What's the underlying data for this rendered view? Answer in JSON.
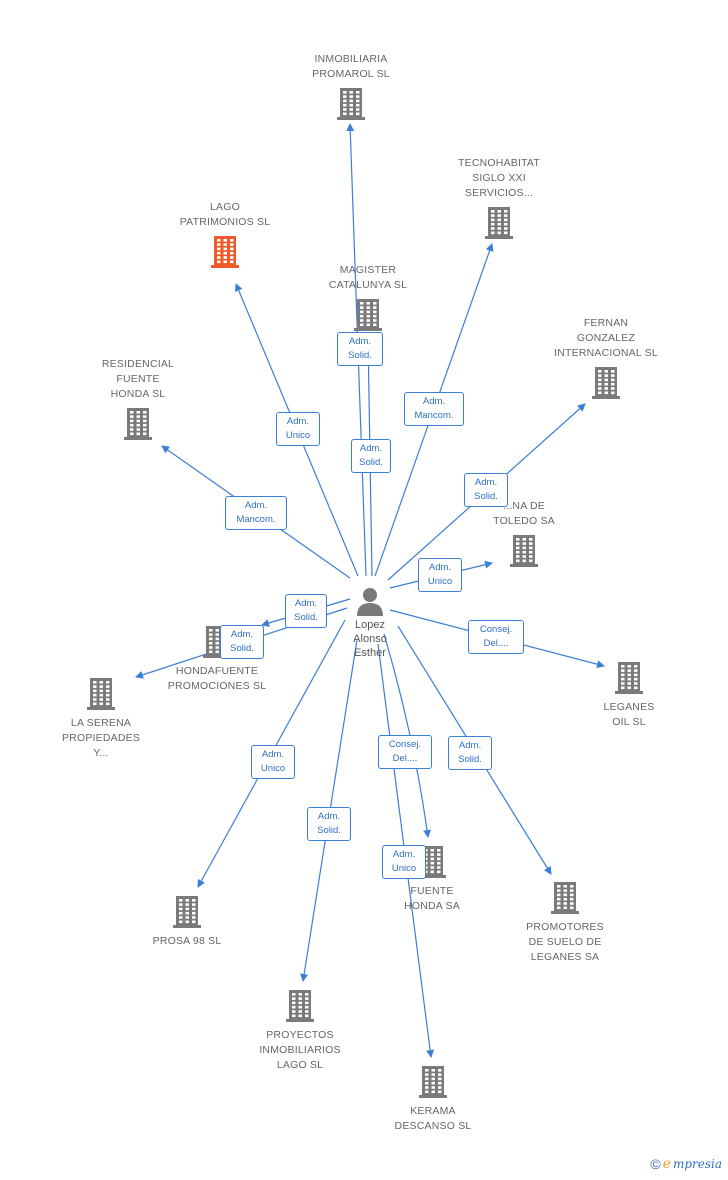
{
  "center": {
    "name": "Lopez\nAlonso\nEsther"
  },
  "companies": [
    {
      "id": "promarol",
      "name": "INMOBILIARIA\nPROMAROL SL",
      "highlight": false
    },
    {
      "id": "tecno",
      "name": "TECNOHABITAT\nSIGLO XXI\nSERVICIOS...",
      "highlight": false
    },
    {
      "id": "lago",
      "name": "LAGO\nPATRIMONIOS SL",
      "highlight": true
    },
    {
      "id": "magister",
      "name": "MAGISTER\nCATALUNYA SL",
      "highlight": false
    },
    {
      "id": "fernan",
      "name": "FERNAN\nGONZALEZ\nINTERNACIONAL SL",
      "highlight": false
    },
    {
      "id": "residencial",
      "name": "RESIDENCIAL\nFUENTE\nHONDA SL",
      "highlight": false
    },
    {
      "id": "toledo",
      "name": "...NA DE\nTOLEDO SA",
      "highlight": false
    },
    {
      "id": "hondafuente",
      "name": "HONDAFUENTE\nPROMOCIONES SL",
      "highlight": false
    },
    {
      "id": "serena",
      "name": "LA SERENA\nPROPIEDADES\nY...",
      "highlight": false
    },
    {
      "id": "leganesoil",
      "name": "LEGANES\nOIL SL",
      "highlight": false
    },
    {
      "id": "fuentehonda",
      "name": "FUENTE\nHONDA SA",
      "highlight": false
    },
    {
      "id": "prosa",
      "name": "PROSA 98 SL",
      "highlight": false
    },
    {
      "id": "promotores",
      "name": "PROMOTORES\nDE SUELO DE\nLEGANES SA",
      "highlight": false
    },
    {
      "id": "proyectos",
      "name": "PROYECTOS\nINMOBILIARIOS\nLAGO SL",
      "highlight": false
    },
    {
      "id": "kerama",
      "name": "KERAMA\nDESCANSO SL",
      "highlight": false
    }
  ],
  "roles": [
    {
      "to": "promarol",
      "label": "Adm.\nSolid."
    },
    {
      "to": "magister",
      "label": "Adm.\nSolid."
    },
    {
      "to": "tecno",
      "label": "Adm.\nMancom."
    },
    {
      "to": "lago",
      "label": "Adm.\nUnico"
    },
    {
      "to": "fernan",
      "label": "Adm.\nSolid."
    },
    {
      "to": "residencial",
      "label": "Adm.\nMancom."
    },
    {
      "to": "toledo",
      "label": "Adm.\nUnico"
    },
    {
      "to": "hondafuente",
      "label": "Adm.\nSolid."
    },
    {
      "to": "serena",
      "label": "Adm.\nSolid."
    },
    {
      "to": "leganesoil",
      "label": "Consej.\nDel...."
    },
    {
      "to": "prosa",
      "label": "Adm.\nUnico"
    },
    {
      "to": "fuentehonda",
      "label": "Consej.\nDel...."
    },
    {
      "to": "promotores",
      "label": "Adm.\nSolid."
    },
    {
      "to": "proyectos",
      "label": "Adm.\nSolid."
    },
    {
      "to": "kerama",
      "label": "Adm.\nUnico"
    }
  ],
  "colors": {
    "edge": "#3b7fd6",
    "building": "#7a7a7a",
    "highlight": "#f05a28",
    "person": "#7a7a7a"
  },
  "icons": {
    "company": "building-icon",
    "person": "person-icon",
    "copyright": "copyright-icon"
  },
  "brand": {
    "copyright": "©",
    "initial": "e",
    "name": "mpresia"
  }
}
